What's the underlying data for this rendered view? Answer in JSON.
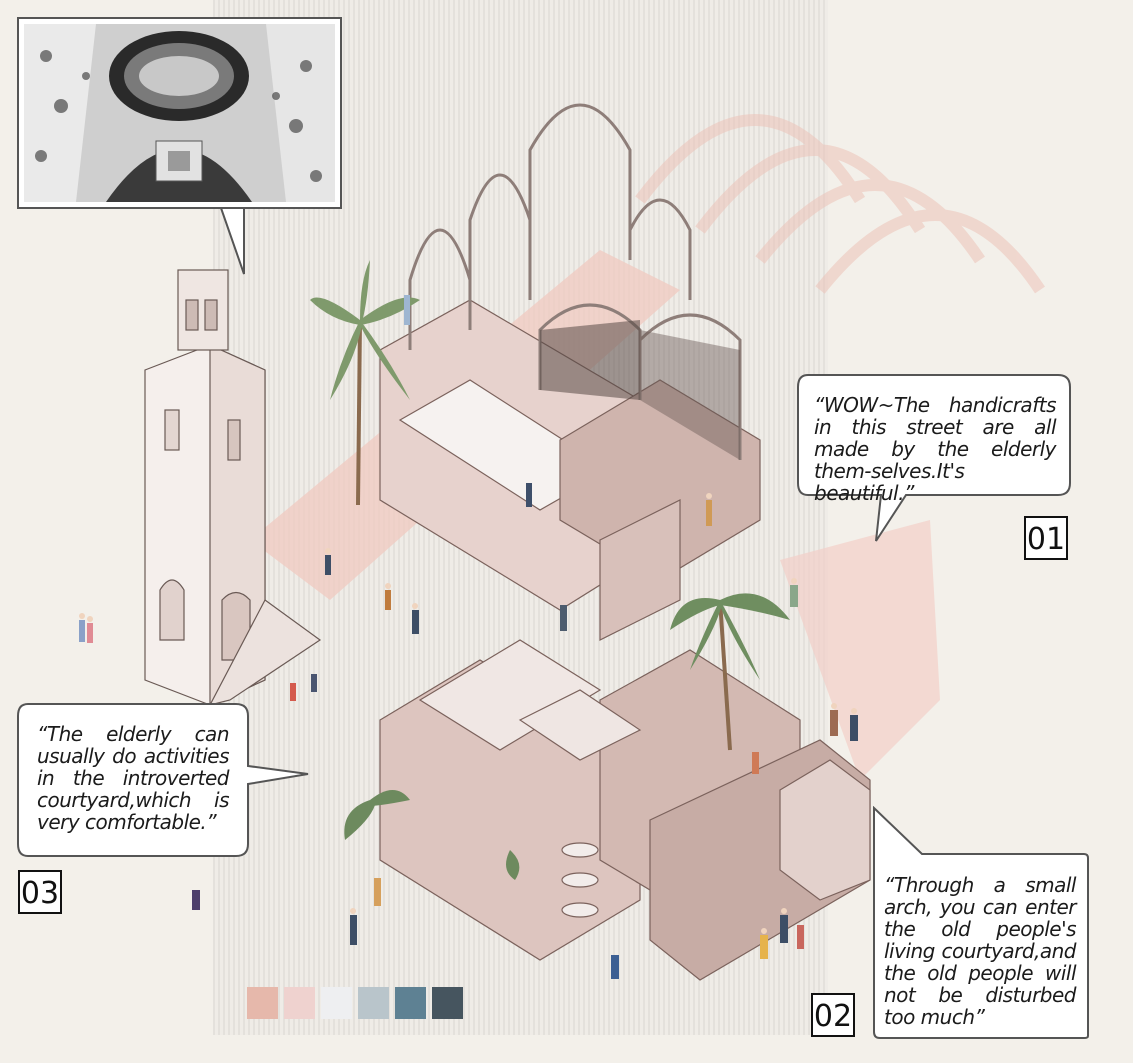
{
  "callouts": [
    {
      "id": "01",
      "text": "“WOW~The handicrafts in this street are all made by the elderly them-selves.It's beautiful.”"
    },
    {
      "id": "02",
      "text": "“Through a small arch, you can enter the old people's living courtyard,and the old people will not be disturbed too much”"
    },
    {
      "id": "03",
      "text": "“The elderly can usually do activities in the introverted courtyard,which is very comfortable.”"
    }
  ],
  "labels": {
    "n01": "01",
    "n02": "02",
    "n03": "03"
  },
  "palette": [
    "#e6b8ab",
    "#efd2cf",
    "#eeeff1",
    "#b9c5cb",
    "#5e8193",
    "#46555f"
  ],
  "photo_inset": {
    "icon": "courtyard-photo"
  }
}
